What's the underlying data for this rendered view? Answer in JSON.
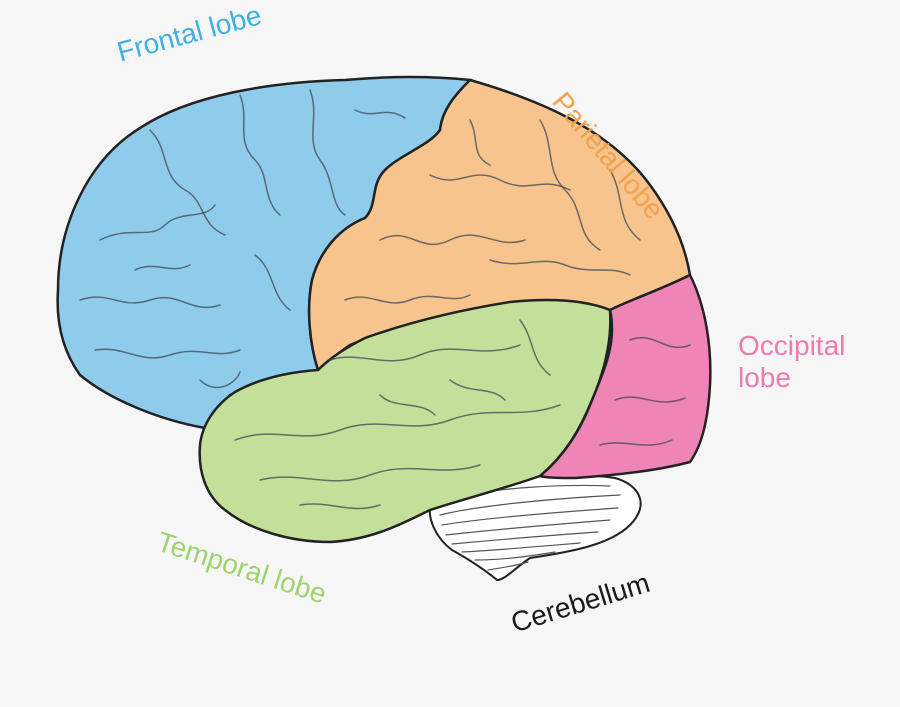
{
  "labels": {
    "frontal": "Frontal lobe",
    "parietal": "Parietal lobe",
    "occipital_line1": "Occipital",
    "occipital_line2": "lobe",
    "temporal": "Temporal lobe",
    "cerebellum": "Cerebellum"
  },
  "colors": {
    "background": "#f6f6f6",
    "frontal": "#8fcbea",
    "frontal_text": "#3fb0e3",
    "parietal": "#f6c48c",
    "parietal_text": "#f0a24e",
    "occipital": "#ef85b7",
    "occipital_text": "#ef7ab0",
    "temporal": "#c3df99",
    "temporal_text": "#9fd36d",
    "cerebellum": "#ffffff",
    "cerebellum_text": "#1a1a1a",
    "outline": "#222222"
  }
}
